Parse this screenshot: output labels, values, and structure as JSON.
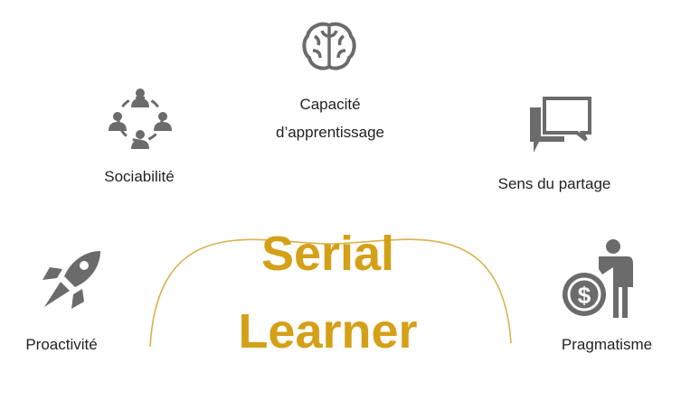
{
  "title": {
    "line1": "Serial",
    "line2": "Learner"
  },
  "traits": [
    {
      "label": "Capacité",
      "label2": "d’apprentissage",
      "icon": "brain-icon"
    },
    {
      "label": "Sociabilité",
      "icon": "people-network-icon"
    },
    {
      "label": "Sens du partage",
      "icon": "chat-bubbles-icon"
    },
    {
      "label": "Proactivité",
      "icon": "rocket-icon"
    },
    {
      "label": "Pragmatisme",
      "icon": "businessman-coin-icon"
    }
  ],
  "colors": {
    "accent": "#D4A017",
    "arc": "#D8B24C",
    "icon": "#6b6b6b"
  }
}
